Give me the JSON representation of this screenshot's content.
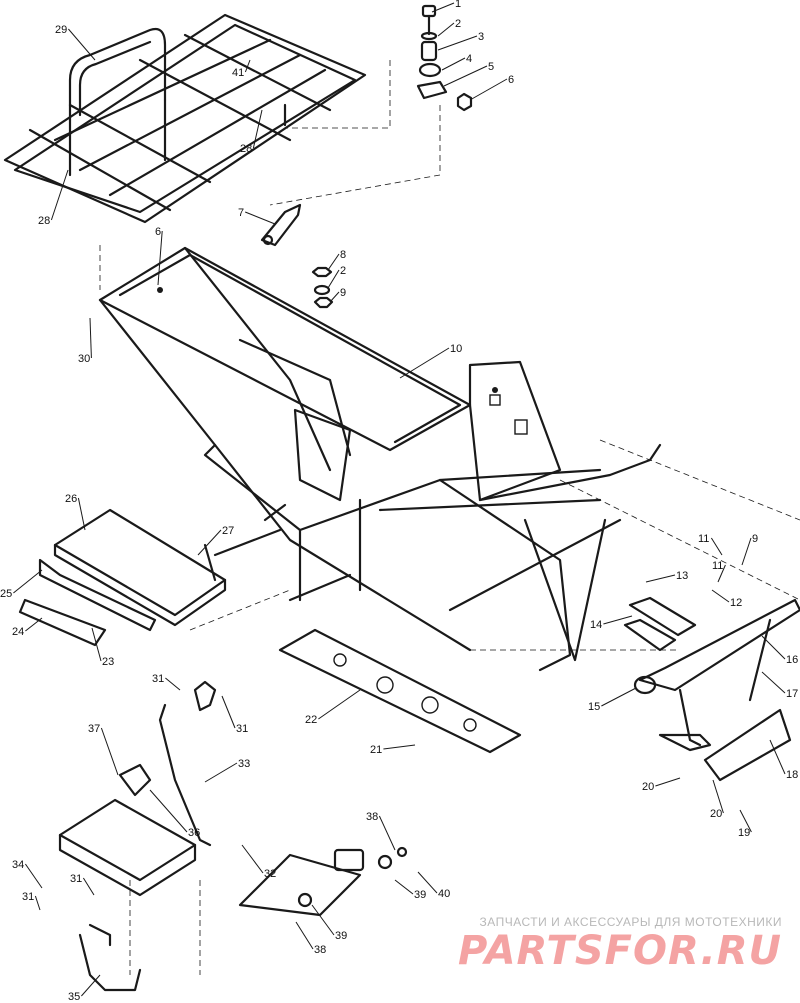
{
  "callouts": [
    {
      "id": "1",
      "label": "1"
    },
    {
      "id": "2a",
      "label": "2"
    },
    {
      "id": "3",
      "label": "3"
    },
    {
      "id": "4",
      "label": "4"
    },
    {
      "id": "5",
      "label": "5"
    },
    {
      "id": "6a",
      "label": "6"
    },
    {
      "id": "29",
      "label": "29"
    },
    {
      "id": "41",
      "label": "41"
    },
    {
      "id": "28a",
      "label": "28"
    },
    {
      "id": "28b",
      "label": "28"
    },
    {
      "id": "7",
      "label": "7"
    },
    {
      "id": "6b",
      "label": "6"
    },
    {
      "id": "8",
      "label": "8"
    },
    {
      "id": "2b",
      "label": "2"
    },
    {
      "id": "9a",
      "label": "9"
    },
    {
      "id": "30",
      "label": "30"
    },
    {
      "id": "10",
      "label": "10"
    },
    {
      "id": "26",
      "label": "26"
    },
    {
      "id": "27",
      "label": "27"
    },
    {
      "id": "25",
      "label": "25"
    },
    {
      "id": "24",
      "label": "24"
    },
    {
      "id": "23",
      "label": "23"
    },
    {
      "id": "11a",
      "label": "11"
    },
    {
      "id": "9b",
      "label": "9"
    },
    {
      "id": "11b",
      "label": "11"
    },
    {
      "id": "13",
      "label": "13"
    },
    {
      "id": "12",
      "label": "12"
    },
    {
      "id": "14",
      "label": "14"
    },
    {
      "id": "16",
      "label": "16"
    },
    {
      "id": "17",
      "label": "17"
    },
    {
      "id": "15",
      "label": "15"
    },
    {
      "id": "22",
      "label": "22"
    },
    {
      "id": "21",
      "label": "21"
    },
    {
      "id": "31a",
      "label": "31"
    },
    {
      "id": "31b",
      "label": "31"
    },
    {
      "id": "37",
      "label": "37"
    },
    {
      "id": "33",
      "label": "33"
    },
    {
      "id": "36",
      "label": "36"
    },
    {
      "id": "18",
      "label": "18"
    },
    {
      "id": "20a",
      "label": "20"
    },
    {
      "id": "20b",
      "label": "20"
    },
    {
      "id": "19",
      "label": "19"
    },
    {
      "id": "34",
      "label": "34"
    },
    {
      "id": "31c",
      "label": "31"
    },
    {
      "id": "31d",
      "label": "31"
    },
    {
      "id": "38a",
      "label": "38"
    },
    {
      "id": "32",
      "label": "32"
    },
    {
      "id": "39a",
      "label": "39"
    },
    {
      "id": "40",
      "label": "40"
    },
    {
      "id": "39b",
      "label": "39"
    },
    {
      "id": "38b",
      "label": "38"
    },
    {
      "id": "35",
      "label": "35"
    }
  ],
  "watermark": {
    "caption": "ЗАПЧАСТИ И АКСЕССУАРЫ ДЛЯ МОТОТЕХНИКИ",
    "logo": "PARTSFOR.RU",
    "logo_color": "#f4a3a3"
  },
  "colors": {
    "ink": "#1a1a1a",
    "background": "#ffffff"
  }
}
